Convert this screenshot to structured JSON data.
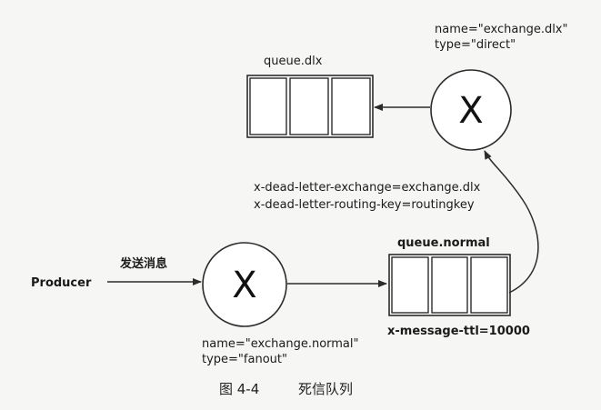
{
  "producer": {
    "label": "Producer"
  },
  "send_edge": {
    "label": "发送消息"
  },
  "exchange_normal": {
    "symbol": "X",
    "name_line": "name=\"exchange.normal\"",
    "type_line": "type=\"fanout\""
  },
  "queue_normal": {
    "label": "queue.normal",
    "ttl_line": "x-message-ttl=10000"
  },
  "exchange_dlx": {
    "symbol": "X",
    "name_line": "name=\"exchange.dlx\"",
    "type_line": "type=\"direct\""
  },
  "queue_dlx": {
    "label": "queue.dlx"
  },
  "dead_letter_args": {
    "exchange_line": "x-dead-letter-exchange=exchange.dlx",
    "routing_key_line": "x-dead-letter-routing-key=routingkey"
  },
  "caption": {
    "figure_number": "图 4-4",
    "title": "死信队列"
  },
  "colors": {
    "stroke": "#2b2b2b",
    "background": "#f6f6f4"
  }
}
